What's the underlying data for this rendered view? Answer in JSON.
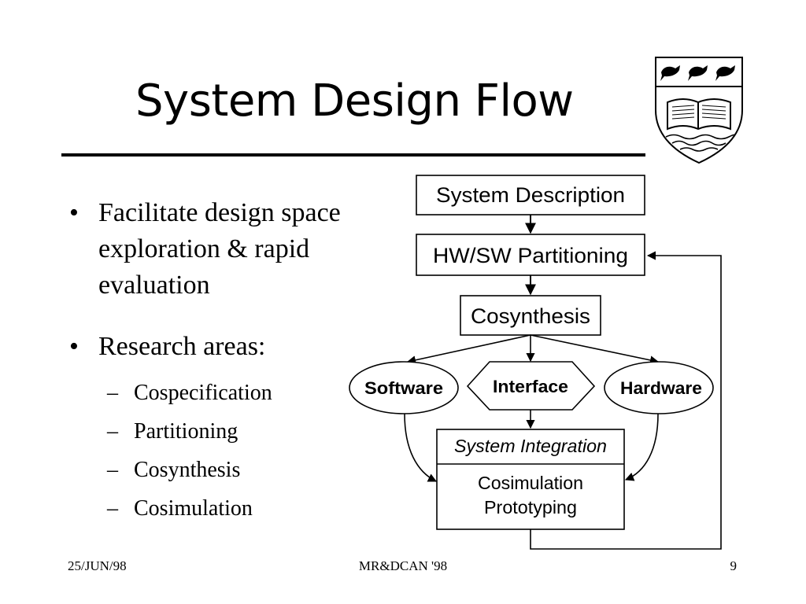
{
  "slide": {
    "title": "System Design Flow",
    "bullets": [
      {
        "text": "Facilitate design space exploration & rapid evaluation"
      },
      {
        "text": "Research areas:",
        "sub": [
          "Cospecification",
          "Partitioning",
          "Cosynthesis",
          "Cosimulation"
        ]
      }
    ],
    "bullet_char": "•",
    "sub_bullet_char": "–"
  },
  "diagram": {
    "system_description": "System Description",
    "partitioning": "HW/SW Partitioning",
    "cosynthesis": "Cosynthesis",
    "software": "Software",
    "interface": "Interface",
    "hardware": "Hardware",
    "integration_title": "System Integration",
    "integration_line1": "Cosimulation",
    "integration_line2": "Prototyping"
  },
  "footer": {
    "date": "25/JUN/98",
    "center": "MR&DCAN '98",
    "page": "9"
  },
  "crest": {
    "icon": "shield-crest-icon",
    "colors": {
      "ink": "#000000",
      "paper": "#ffffff"
    }
  }
}
